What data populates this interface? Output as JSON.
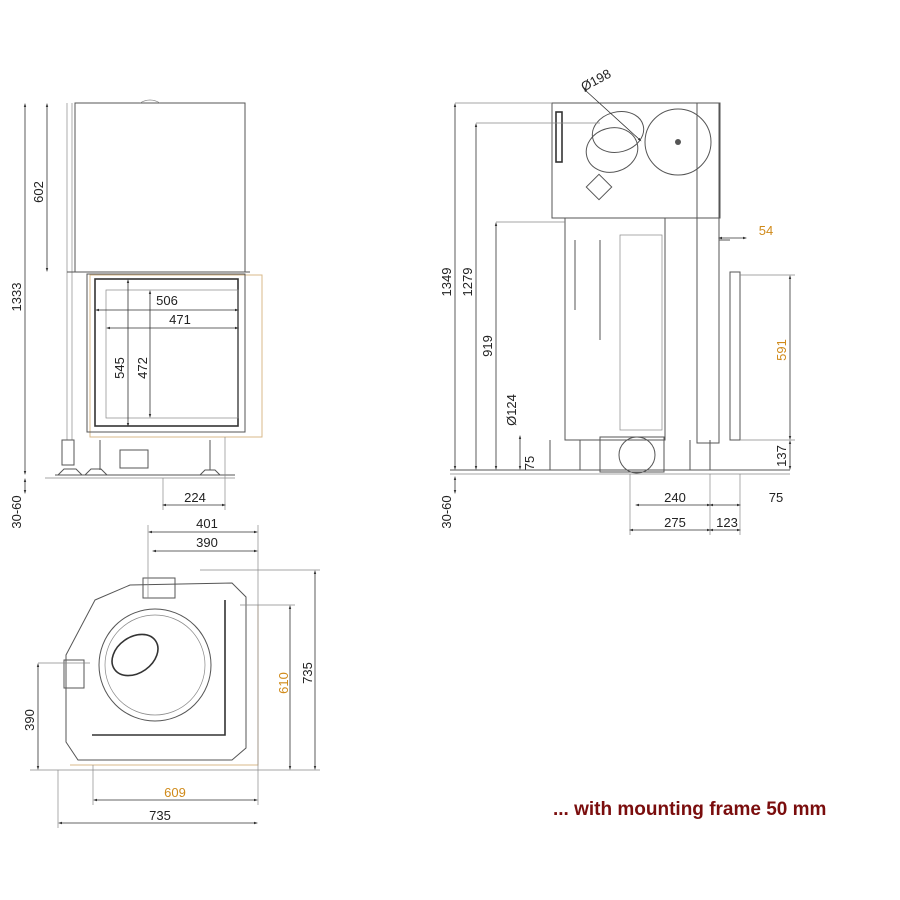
{
  "front_view": {
    "hood_height": "602",
    "total_height": "1333",
    "feet_adjust": "30-60",
    "door_outer_width": "506",
    "glass_width": "471",
    "door_outer_height": "545",
    "glass_height": "472",
    "base_offset": "224"
  },
  "side_view": {
    "flue_diameter": "Ø198",
    "total_height": "1349",
    "flue_axis_height": "1279",
    "body_height": "919",
    "air_inlet_diameter": "Ø124",
    "air_inlet_height": "75",
    "feet_adjust": "30-60",
    "frame_offset": "54",
    "frame_height": "591",
    "frame_bottom": "137",
    "inlet_offset": "240",
    "side_offset": "75",
    "inlet_depth": "275",
    "depth_right": "123"
  },
  "plan_view": {
    "width_top": "401",
    "width_inner": "390",
    "depth_total": "735",
    "depth_frame": "610",
    "left_offset": "390",
    "width_frame": "609",
    "width_total": "735"
  },
  "caption": "... with mounting frame 50 mm",
  "colors": {
    "frame_dimension": "#d08a1a",
    "caption": "#7a0d0d"
  }
}
